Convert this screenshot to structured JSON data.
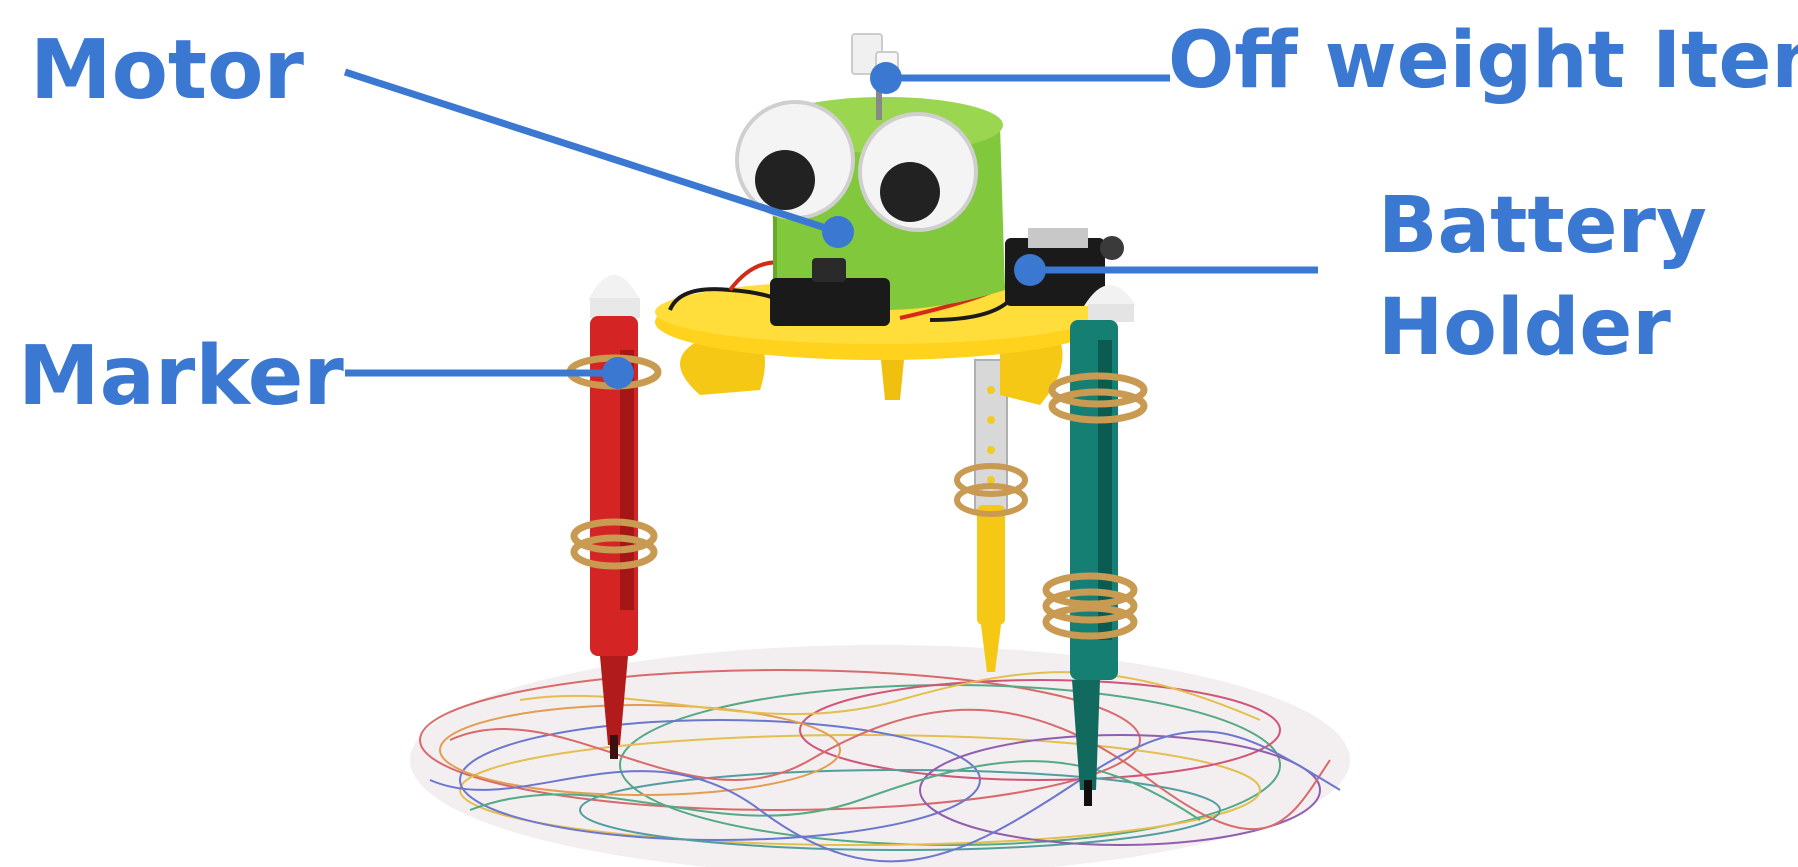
{
  "labels": {
    "motor": "Motor",
    "off_weight_item": "Off weight Item",
    "battery_holder_line1": "Battery",
    "battery_holder_line2": "Holder",
    "marker": "Marker"
  },
  "colors": {
    "label_blue": "#3a78d2",
    "leader_line": "#3a78d2",
    "foam_body": "#82c83c",
    "base_plate": "#ffd21e",
    "marker_red": "#d42424",
    "marker_teal": "#147f72",
    "marker_yellow": "#f5c815",
    "rubber_band": "#c99a52",
    "switch_black": "#1a1a1a"
  },
  "icons": {
    "robot": "scribble-bot-illustration"
  }
}
